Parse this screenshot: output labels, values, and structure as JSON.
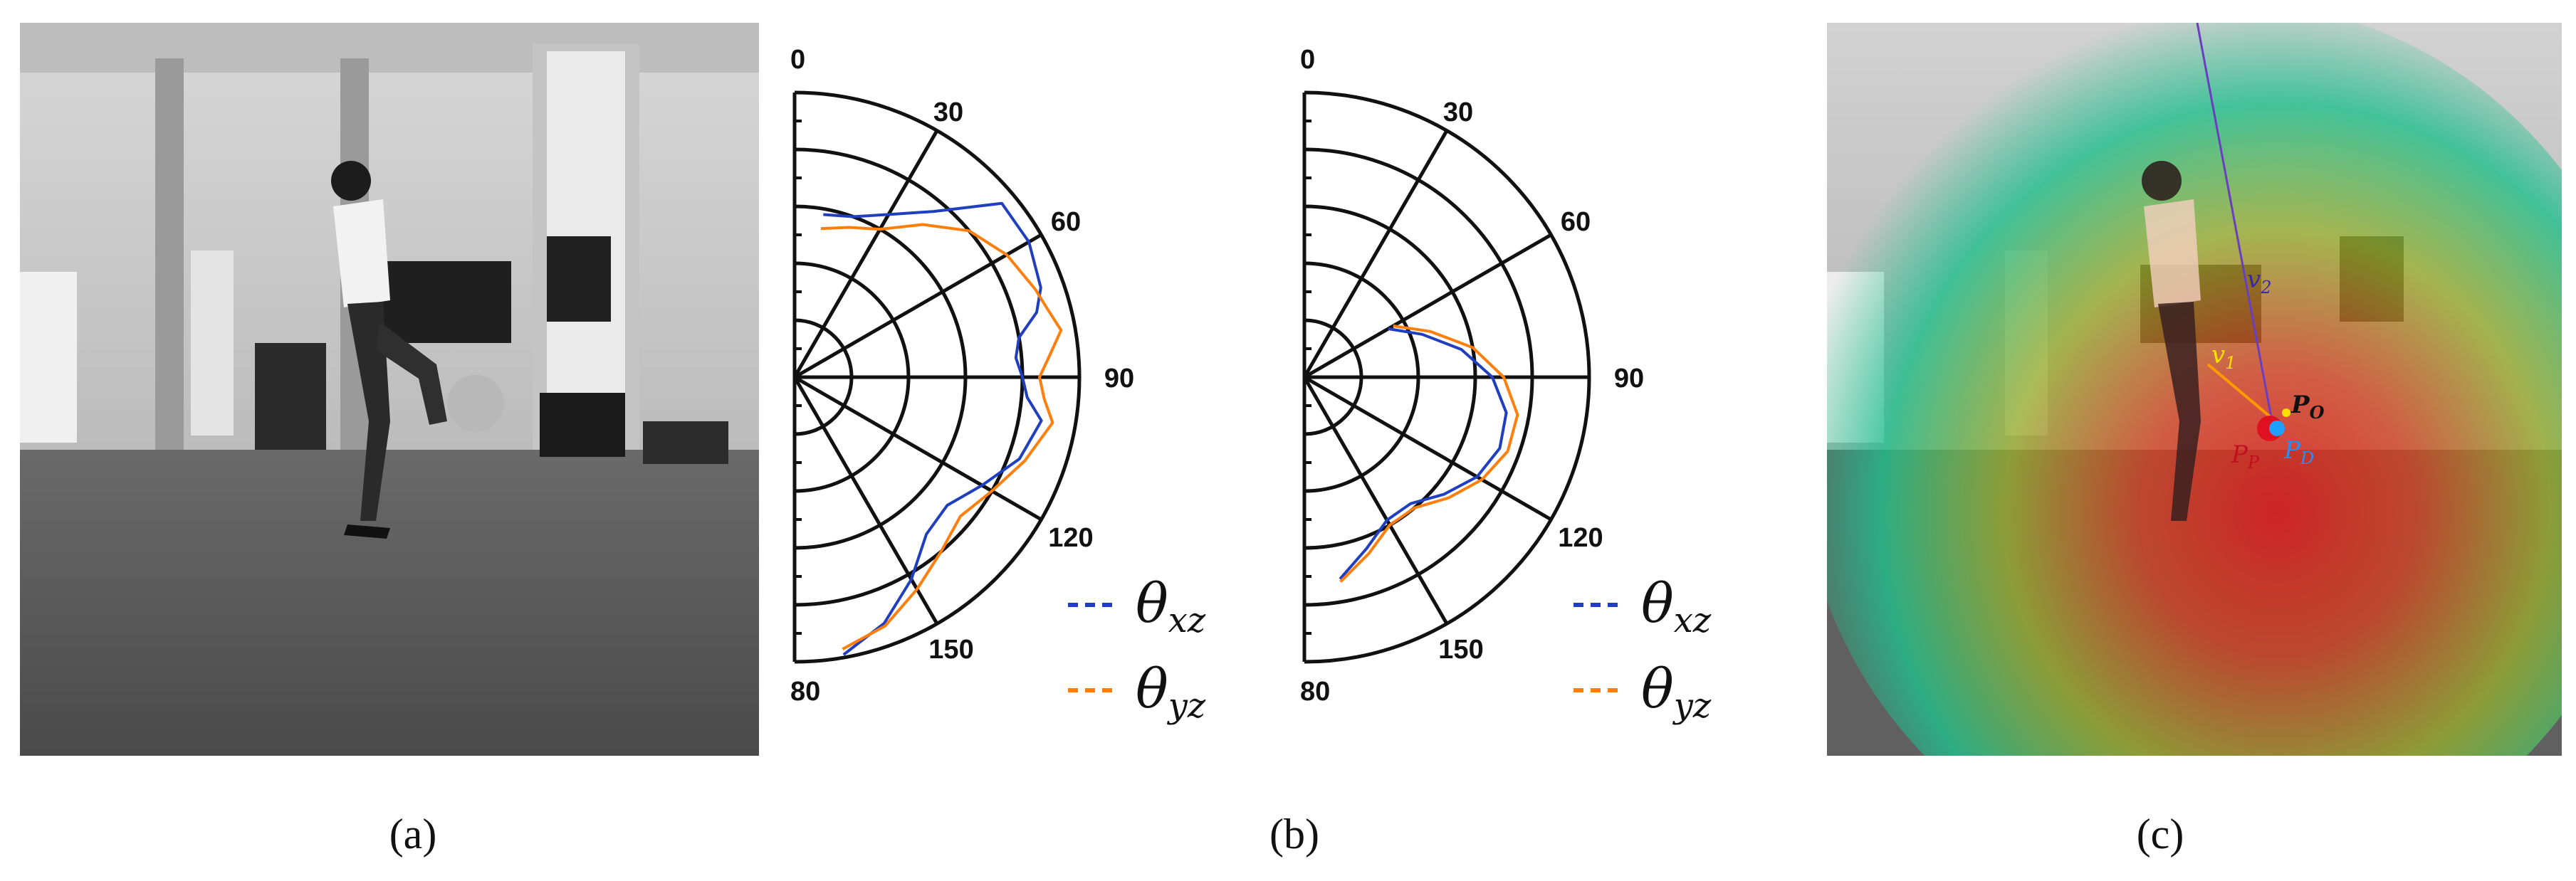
{
  "captions": {
    "a": "(a)",
    "b": "(b)",
    "c": "(c)"
  },
  "chart_data": [
    {
      "type": "polar",
      "angular_ticks": [
        "0",
        "30",
        "60",
        "90",
        "120",
        "150",
        "80"
      ],
      "legend": [
        {
          "symbol": "θ",
          "subscript": "xz",
          "color": "#1f3fbf"
        },
        {
          "symbol": "θ",
          "subscript": "yz",
          "color": "#ff7f0e"
        }
      ],
      "series": [
        {
          "color": "#1f3fbf",
          "angles": [
            10,
            20,
            30,
            40,
            50,
            60,
            70,
            75,
            80,
            85,
            90,
            95,
            100,
            110,
            120,
            130,
            140,
            150,
            160,
            170
          ],
          "r": [
            0.58,
            0.6,
            0.66,
            0.76,
            0.95,
            0.95,
            0.92,
            0.88,
            0.8,
            0.78,
            0.8,
            0.82,
            0.88,
            0.84,
            0.76,
            0.7,
            0.72,
            0.82,
            0.92,
            0.99
          ]
        },
        {
          "color": "#ff7f0e",
          "angles": [
            10,
            20,
            30,
            40,
            50,
            60,
            70,
            75,
            80,
            85,
            90,
            95,
            100,
            110,
            120,
            130,
            140,
            150,
            160,
            170
          ],
          "r": [
            0.53,
            0.56,
            0.6,
            0.7,
            0.8,
            0.86,
            0.9,
            0.92,
            0.95,
            0.9,
            0.86,
            0.88,
            0.92,
            0.86,
            0.8,
            0.76,
            0.8,
            0.86,
            0.93,
            0.97
          ]
        }
      ]
    },
    {
      "type": "polar",
      "angular_ticks": [
        "0",
        "30",
        "60",
        "90",
        "120",
        "150",
        "80"
      ],
      "legend": [
        {
          "symbol": "θ",
          "subscript": "xz",
          "color": "#1f3fbf"
        },
        {
          "symbol": "θ",
          "subscript": "yz",
          "color": "#ff7f0e"
        }
      ],
      "series": [
        {
          "color": "#1f3fbf",
          "angles": [
            60,
            70,
            80,
            90,
            100,
            110,
            120,
            130,
            140,
            150,
            160,
            170
          ],
          "r": [
            0.34,
            0.44,
            0.56,
            0.66,
            0.72,
            0.73,
            0.7,
            0.64,
            0.58,
            0.58,
            0.64,
            0.72
          ]
        },
        {
          "color": "#ff7f0e",
          "angles": [
            60,
            70,
            80,
            90,
            100,
            110,
            120,
            130,
            140,
            150,
            160,
            170
          ],
          "r": [
            0.36,
            0.47,
            0.6,
            0.7,
            0.76,
            0.76,
            0.72,
            0.66,
            0.6,
            0.6,
            0.66,
            0.73
          ]
        }
      ]
    }
  ],
  "panel_c": {
    "labels": [
      "v",
      "2",
      "v",
      "1",
      "P",
      "O",
      "P",
      "P",
      "P",
      "D"
    ]
  }
}
